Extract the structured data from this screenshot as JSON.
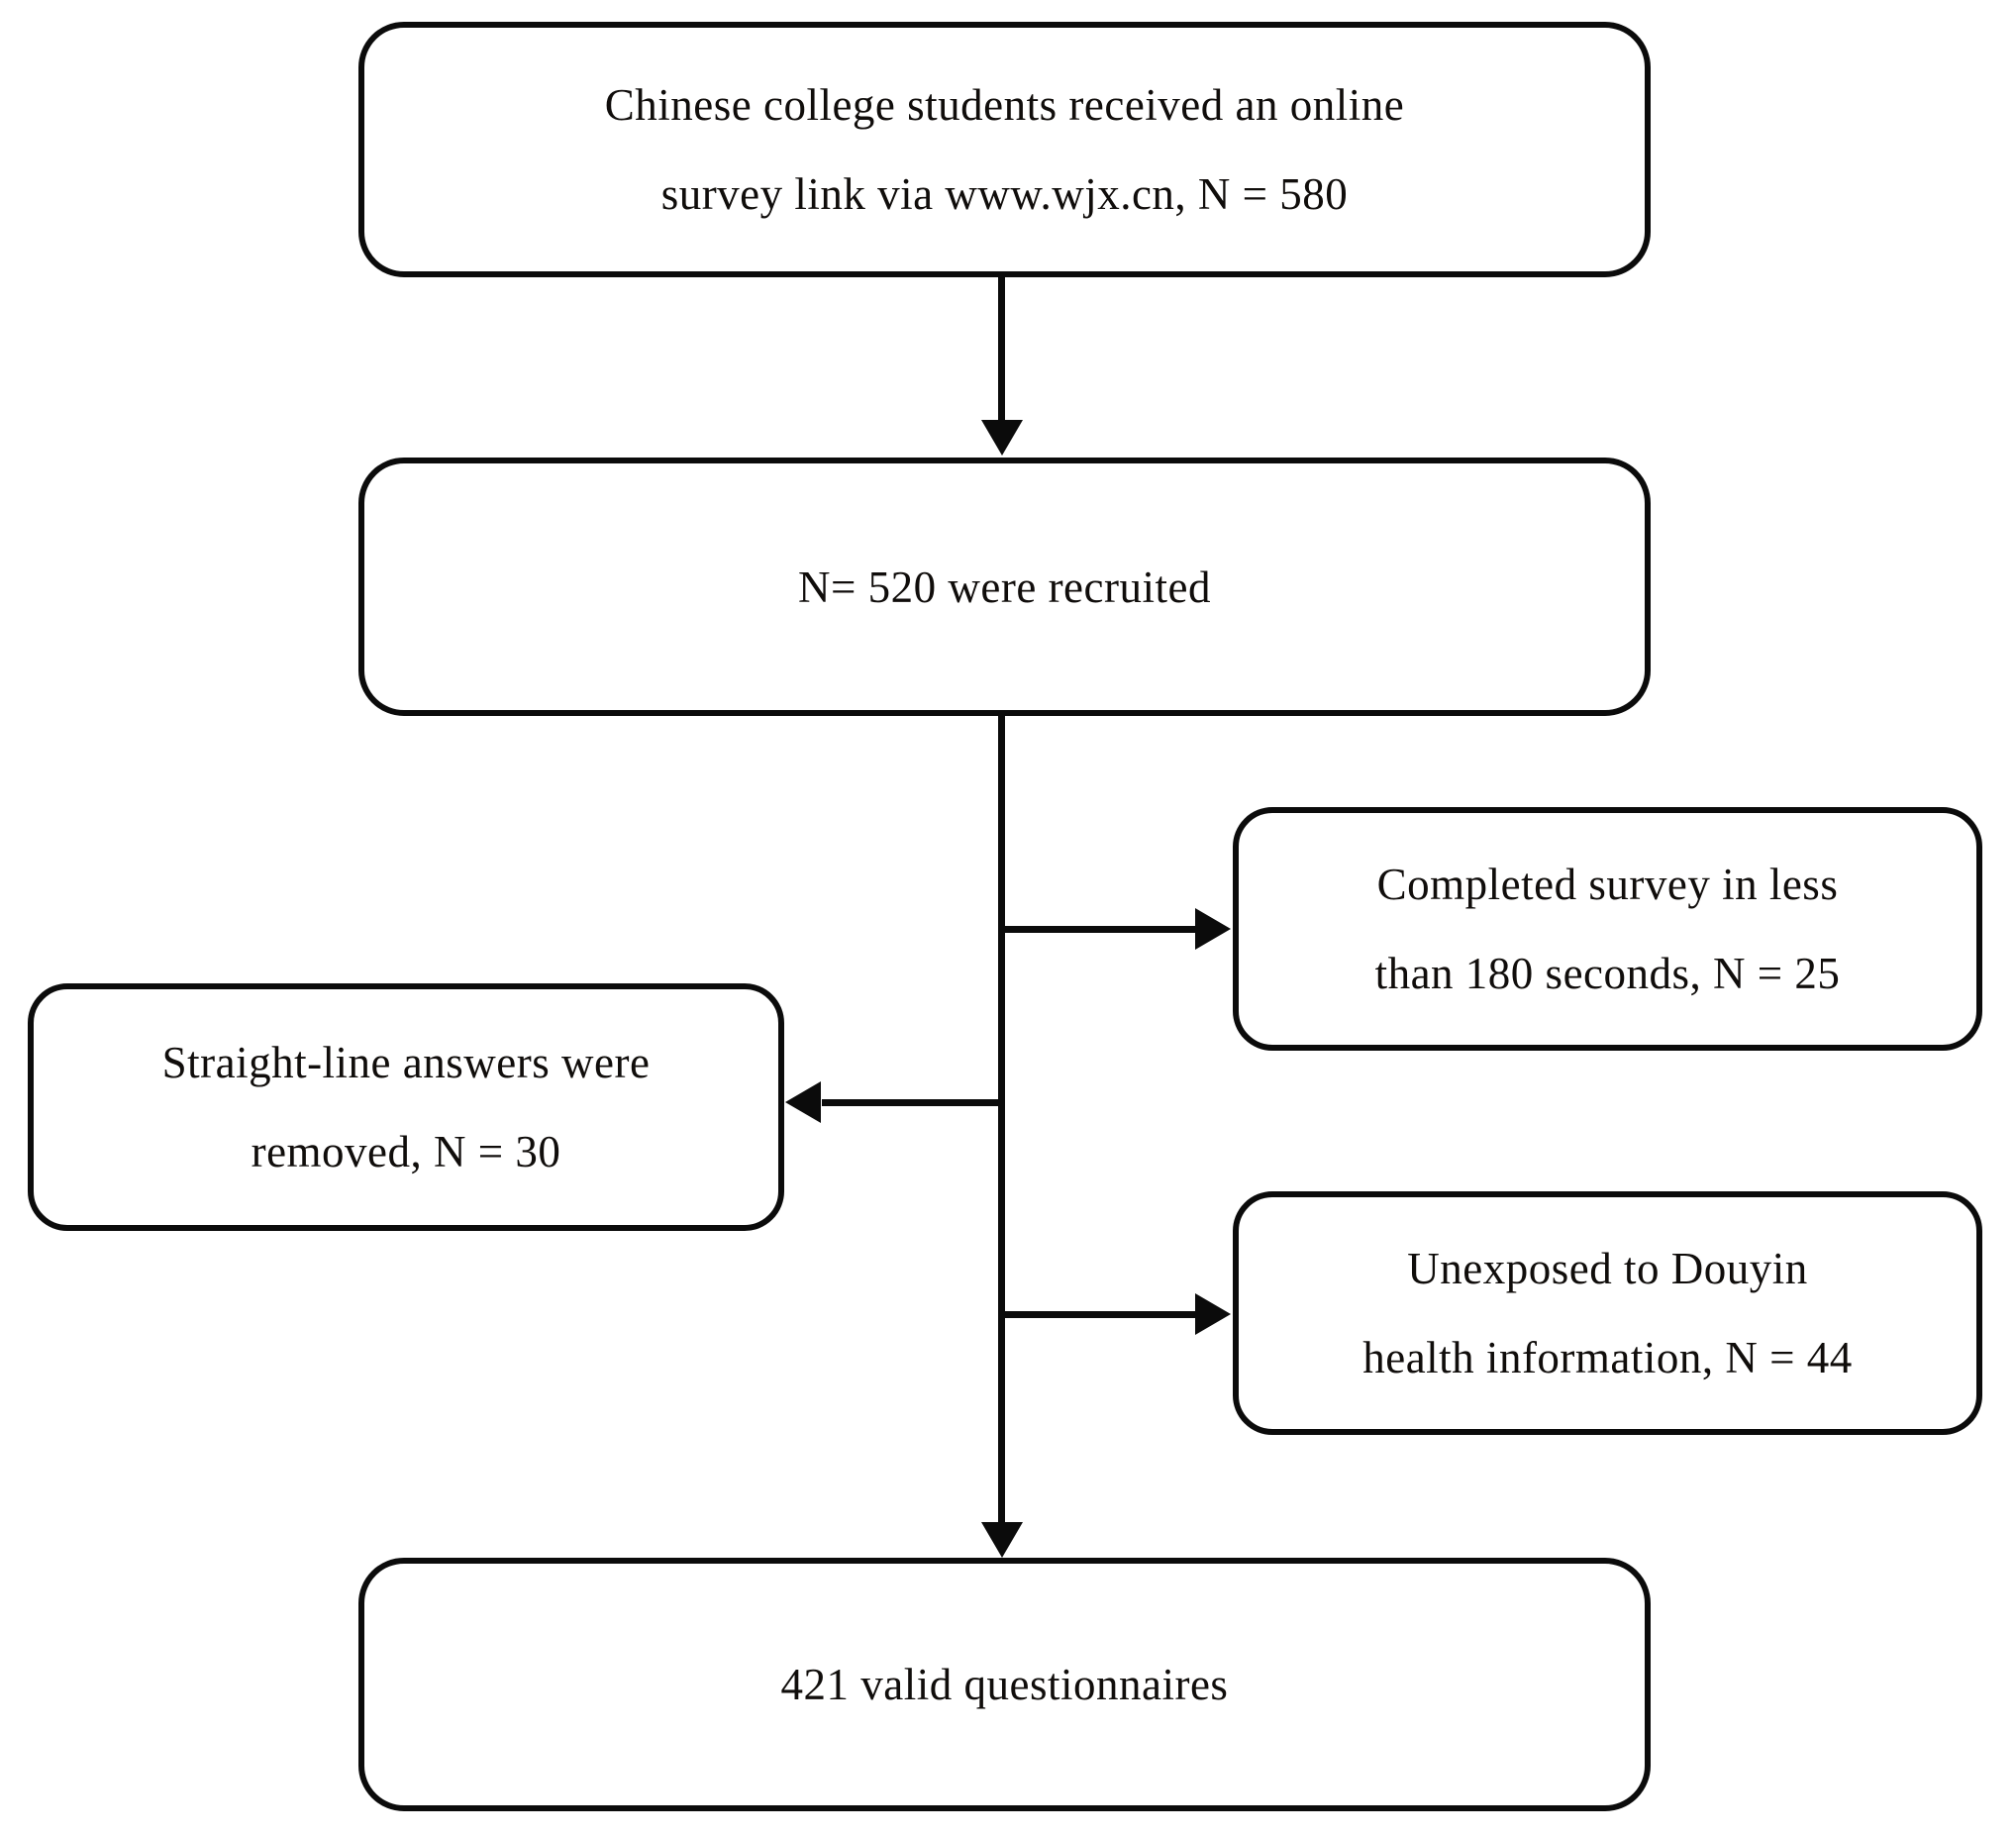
{
  "diagram": {
    "type": "flowchart",
    "background": "#ffffff",
    "line_color": "#0b0b0b",
    "text_color": "#100d0b",
    "nodes": [
      {
        "id": "received",
        "lines": [
          "Chinese college students received an online",
          "survey link via www.wjx.cn, N = 580"
        ]
      },
      {
        "id": "recruited",
        "lines": [
          "N= 520 were recruited"
        ]
      },
      {
        "id": "excluded-speed",
        "lines": [
          "Completed survey in less",
          "than 180 seconds, N = 25"
        ]
      },
      {
        "id": "excluded-straightline",
        "lines": [
          "Straight-line answers were",
          "removed, N = 30"
        ]
      },
      {
        "id": "excluded-unexposed",
        "lines": [
          "Unexposed to Douyin",
          "health information, N = 44"
        ]
      },
      {
        "id": "valid",
        "lines": [
          "421 valid questionnaires"
        ]
      }
    ],
    "edges": [
      {
        "from": "received",
        "to": "recruited",
        "direction": "down"
      },
      {
        "from": "recruited",
        "to": "valid",
        "direction": "down"
      },
      {
        "from": "recruited",
        "to": "excluded-speed",
        "direction": "right"
      },
      {
        "from": "recruited",
        "to": "excluded-straightline",
        "direction": "left"
      },
      {
        "from": "recruited",
        "to": "excluded-unexposed",
        "direction": "right"
      }
    ]
  }
}
